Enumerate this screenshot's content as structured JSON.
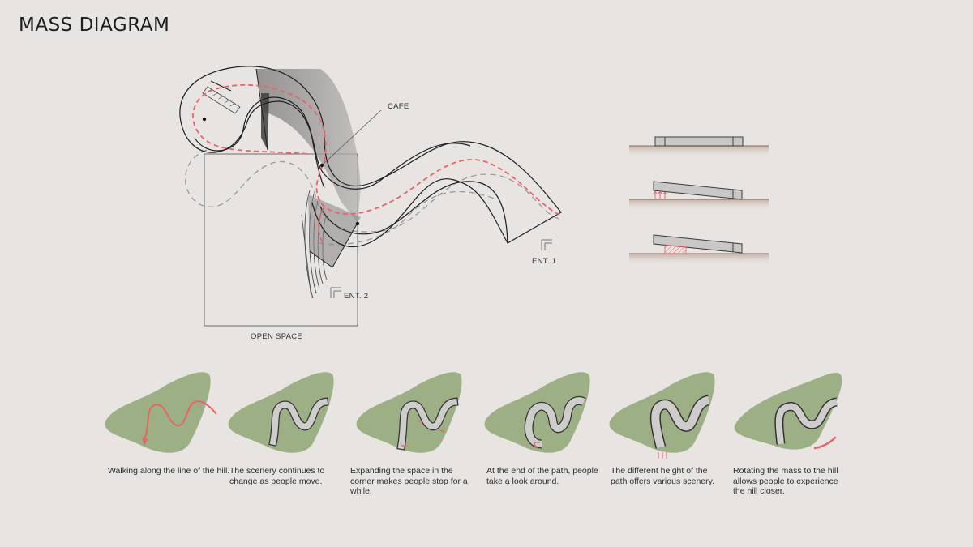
{
  "title": "MASS DIAGRAM",
  "labels": {
    "cafe": "CAFE",
    "ent1": "ENT. 1",
    "ent2": "ENT. 2",
    "open_space": "OPEN SPACE"
  },
  "steps": [
    {
      "caption": "Walking along the line of the hill."
    },
    {
      "caption": "The scenery continues to change as people move."
    },
    {
      "caption": "Expanding the space in the corner makes people stop for a while."
    },
    {
      "caption": "At the end of the path, people take a look around."
    },
    {
      "caption": "The different height of the path offers various scenery."
    },
    {
      "caption": "Rotating the mass to the hill allows people to experience the hill closer."
    }
  ],
  "colors": {
    "background": "#e7e4e1",
    "hill": "#9caf85",
    "path_red": "#e8646a",
    "mass_fill": "#cfcdcb",
    "ground": "#b69a8c"
  }
}
